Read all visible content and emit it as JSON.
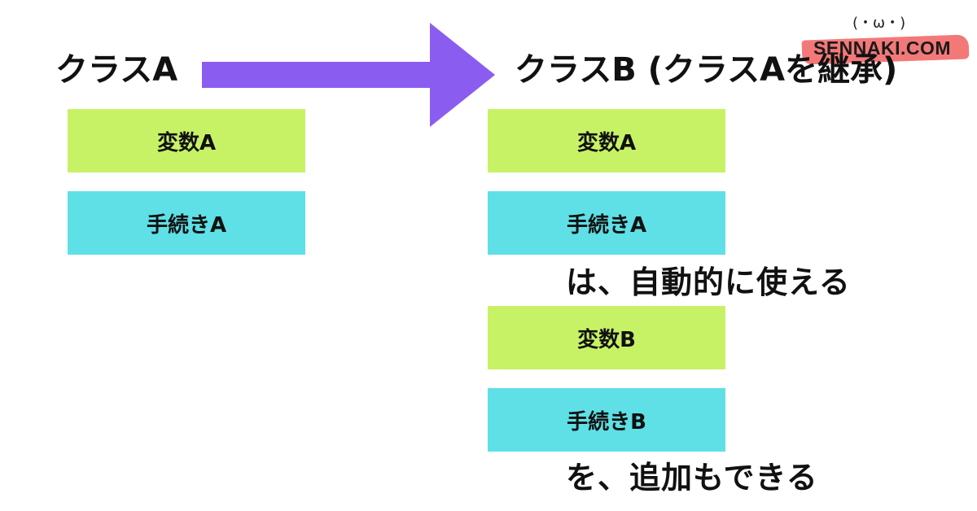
{
  "logo": {
    "face": "(・ω・)",
    "text": "SENNAKI.COM"
  },
  "class_a": {
    "title": "クラスA",
    "variable": "変数A",
    "procedure": "手続きA"
  },
  "class_b": {
    "title": "クラスB (クラスAを継承)",
    "inherited_variable": "変数A",
    "inherited_procedure": "手続きA",
    "inherited_note": "は、自動的に使える",
    "variable": "変数B",
    "procedure": "手続きB",
    "added_note": "を、追加もできる"
  },
  "colors": {
    "arrow": "#8b5cf0",
    "variable_box": "#c8f266",
    "procedure_box": "#5ee0e6",
    "logo_brush": "#f26a6a"
  }
}
